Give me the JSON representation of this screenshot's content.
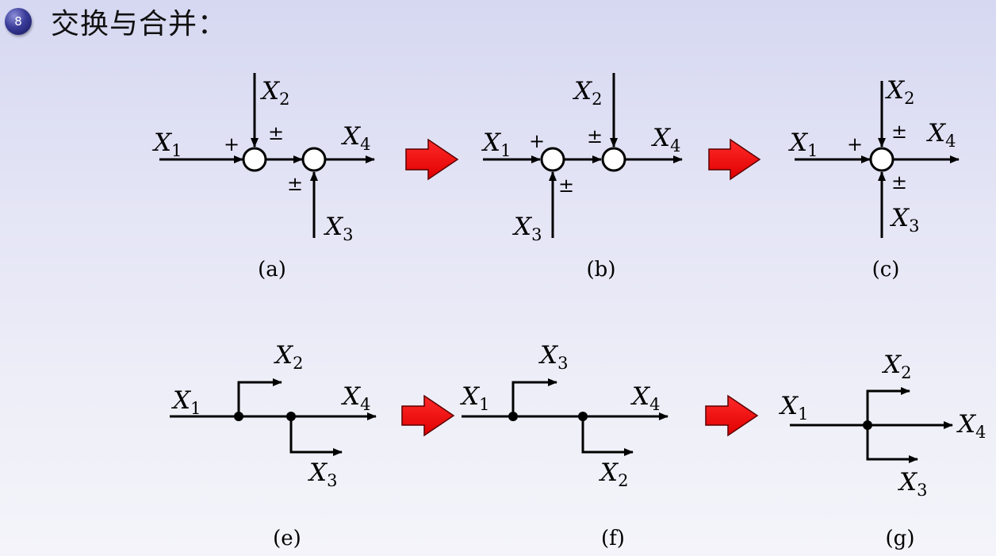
{
  "header": {
    "bullet_number": "8",
    "title": "交换与合并："
  },
  "labels": {
    "x1": "X",
    "x1_sub": "1",
    "x2": "X",
    "x2_sub": "2",
    "x3": "X",
    "x3_sub": "3",
    "x4": "X",
    "x4_sub": "4",
    "plus": "+",
    "plus_minus": "±"
  },
  "captions": {
    "a": "(a)",
    "b": "(b)",
    "c": "(c)",
    "e": "(e)",
    "f": "(f)",
    "g": "(g)"
  },
  "colors": {
    "arrow_fill": "#ff0000",
    "line": "#000000",
    "bullet": "#2a2c8a"
  }
}
